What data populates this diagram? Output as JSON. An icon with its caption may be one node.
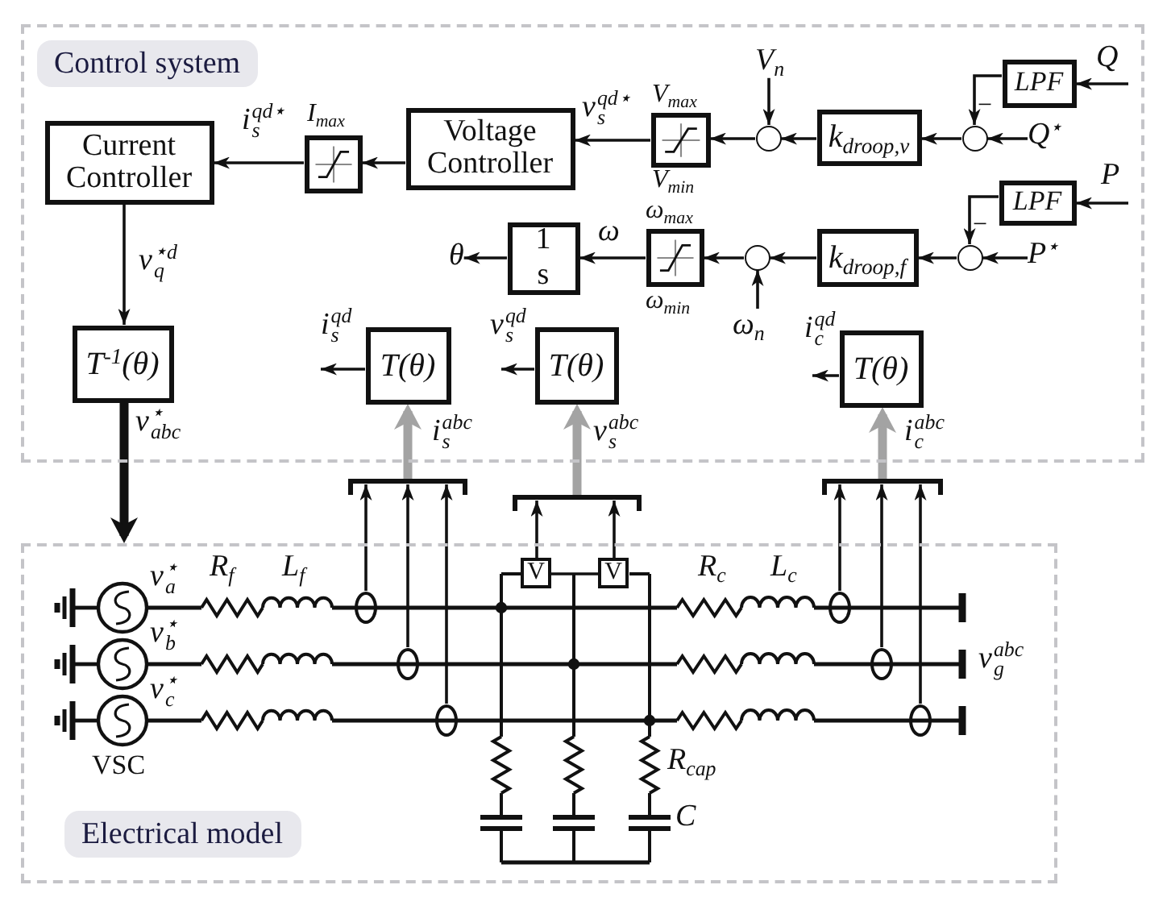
{
  "diagram": {
    "nodes": [
      {
        "text": [
          "Control system"
        ]
      },
      {
        "text": [
          "Current Controller"
        ],
        "in": 0
      },
      {
        "text": [],
        "shape": "box",
        "beside": [
          "I$_{max}$"
        ],
        "in": 0
      },
      {
        "text": [
          "Voltage Controller"
        ],
        "in": 0
      },
      {
        "text": [],
        "shape": "box",
        "beside": [
          "V$_{max}$",
          "V$_{min}$"
        ],
        "in": 0
      },
      {
        "text": [
          "V$_{n}$"
        ],
        "in": 0
      },
      {
        "text": [],
        "shape": "circle",
        "in": 0
      },
      {
        "text": [
          "k$_{droop,v}$"
        ],
        "in": 0
      },
      {
        "text": [
          "LPF"
        ],
        "in": 0
      },
      {
        "text": [],
        "shape": "circle",
        "beside": [
          "−"
        ],
        "in": 0
      },
      {
        "text": [
          "Q$^{⋆}$"
        ],
        "in": 0
      },
      {
        "text": [
          "θ"
        ],
        "in": 0
      },
      {
        "text": [
          "1",
          "s"
        ],
        "in": 0
      },
      {
        "text": [],
        "shape": "box",
        "beside": [
          "ω$_{max}$",
          "ω$_{min}$"
        ],
        "in": 0
      },
      {
        "text": [],
        "shape": "circle",
        "in": 0
      },
      {
        "text": [
          "k$_{droop,f}$"
        ],
        "in": 0
      },
      {
        "text": [
          "LPF"
        ],
        "in": 0
      },
      {
        "text": [],
        "shape": "circle",
        "beside": [
          "−"
        ],
        "in": 0
      },
      {
        "text": [
          "P$^{⋆}$"
        ],
        "in": 0
      },
      {
        "text": [
          "ω$_{n}$"
        ],
        "in": 0
      },
      {
        "text": [
          "T$^{-1}$(θ)"
        ],
        "in": 0
      },
      {
        "text": [
          "T(θ)"
        ],
        "in": 0
      },
      {
        "text": [
          "T(θ)"
        ],
        "in": 0
      },
      {
        "text": [
          "T(θ)"
        ],
        "in": 0
      },
      {
        "text": [
          "Electrical model"
        ]
      },
      {
        "text": [],
        "shape": "bar"
      },
      {
        "text": [],
        "shape": "bar"
      },
      {
        "text": [],
        "shape": "bar"
      },
      {
        "text": [
          "V"
        ],
        "in": 24
      },
      {
        "text": [
          "V"
        ],
        "in": 24
      },
      {
        "text": [],
        "shape": "circle",
        "in": 24
      },
      {
        "text": [],
        "shape": "circle",
        "in": 24
      },
      {
        "text": [],
        "shape": "circle",
        "in": 24
      },
      {
        "text": [],
        "shape": "circle",
        "in": 24
      },
      {
        "text": [],
        "shape": "circle",
        "in": 24
      },
      {
        "text": [],
        "shape": "circle",
        "in": 24
      }
    ],
    "edges": [
      {
        "from": 3,
        "to": 2,
        "arrow": "to"
      },
      {
        "from": 2,
        "to": 1,
        "arrow": "to",
        "label": "i$_{s}$$^{qd⋆}$"
      },
      {
        "from": 4,
        "to": 3,
        "arrow": "to",
        "label": "v$_{s}$$^{qd⋆}$"
      },
      {
        "from": 6,
        "to": 4,
        "arrow": "to"
      },
      {
        "from": 5,
        "to": 6,
        "arrow": "to"
      },
      {
        "from": 7,
        "to": 6,
        "arrow": "to"
      },
      {
        "from": 9,
        "to": 7,
        "arrow": "to"
      },
      {
        "from": 8,
        "to": 9,
        "arrow": "to"
      },
      {
        "from": null,
        "to": 8,
        "arrow": "to",
        "label": "Q"
      },
      {
        "from": 10,
        "to": 9,
        "arrow": "to"
      },
      {
        "from": 12,
        "to": 11,
        "arrow": "to"
      },
      {
        "from": 13,
        "to": 12,
        "arrow": "to",
        "label": "ω"
      },
      {
        "from": 14,
        "to": 13,
        "arrow": "to"
      },
      {
        "from": 19,
        "to": 14,
        "arrow": "to"
      },
      {
        "from": 15,
        "to": 14,
        "arrow": "to"
      },
      {
        "from": 17,
        "to": 15,
        "arrow": "to"
      },
      {
        "from": 16,
        "to": 17,
        "arrow": "to"
      },
      {
        "from": null,
        "to": 16,
        "arrow": "to",
        "label": "P"
      },
      {
        "from": 18,
        "to": 17,
        "arrow": "to"
      },
      {
        "from": 1,
        "to": 20,
        "arrow": "to",
        "label": "v$^{⋆}$$_{q}$$^{d}$"
      },
      {
        "from": 20,
        "to": 24,
        "arrow": "to",
        "style": "thick",
        "label": "v$^{⋆}$$_{abc}$"
      },
      {
        "from": 21,
        "to": null,
        "arrow": "to",
        "label": "i$_{s}$$^{qd}$"
      },
      {
        "from": 22,
        "to": null,
        "arrow": "to",
        "label": "v$_{s}$$^{qd}$"
      },
      {
        "from": 23,
        "to": null,
        "arrow": "to",
        "label": "i$_{c}$$^{qd}$"
      },
      {
        "from": 25,
        "to": 21,
        "arrow": "to",
        "style": "thick",
        "color": "#a3a3a3",
        "label": "i$_{s}$$^{abc}$"
      },
      {
        "from": 26,
        "to": 22,
        "arrow": "to",
        "style": "thick",
        "color": "#a3a3a3",
        "label": "v$_{s}$$^{abc}$"
      },
      {
        "from": 27,
        "to": 23,
        "arrow": "to",
        "style": "thick",
        "color": "#a3a3a3",
        "label": "i$_{c}$$^{abc}$"
      },
      {
        "from": 30,
        "to": 25,
        "arrow": "to"
      },
      {
        "from": 31,
        "to": 25,
        "arrow": "to"
      },
      {
        "from": 32,
        "to": 25,
        "arrow": "to"
      },
      {
        "from": 28,
        "to": 26,
        "arrow": "to"
      },
      {
        "from": 29,
        "to": 26,
        "arrow": "to"
      },
      {
        "from": 33,
        "to": 27,
        "arrow": "to"
      },
      {
        "from": 34,
        "to": 27,
        "arrow": "to"
      },
      {
        "from": 35,
        "to": 27,
        "arrow": "to"
      },
      {
        "from": 28,
        "to": 29,
        "arrow": "none"
      }
    ],
    "labels": [
      "v$_{a}$$^{⋆}$",
      "R$_{f}$",
      "L$_{f}$",
      "R$_{c}$",
      "L$_{c}$",
      "v$_{b}$$^{⋆}$",
      "v$_{g}$$^{abc}$",
      "v$_{c}$$^{⋆}$",
      "R$_{cap}$",
      "VSC",
      "C"
    ]
  }
}
